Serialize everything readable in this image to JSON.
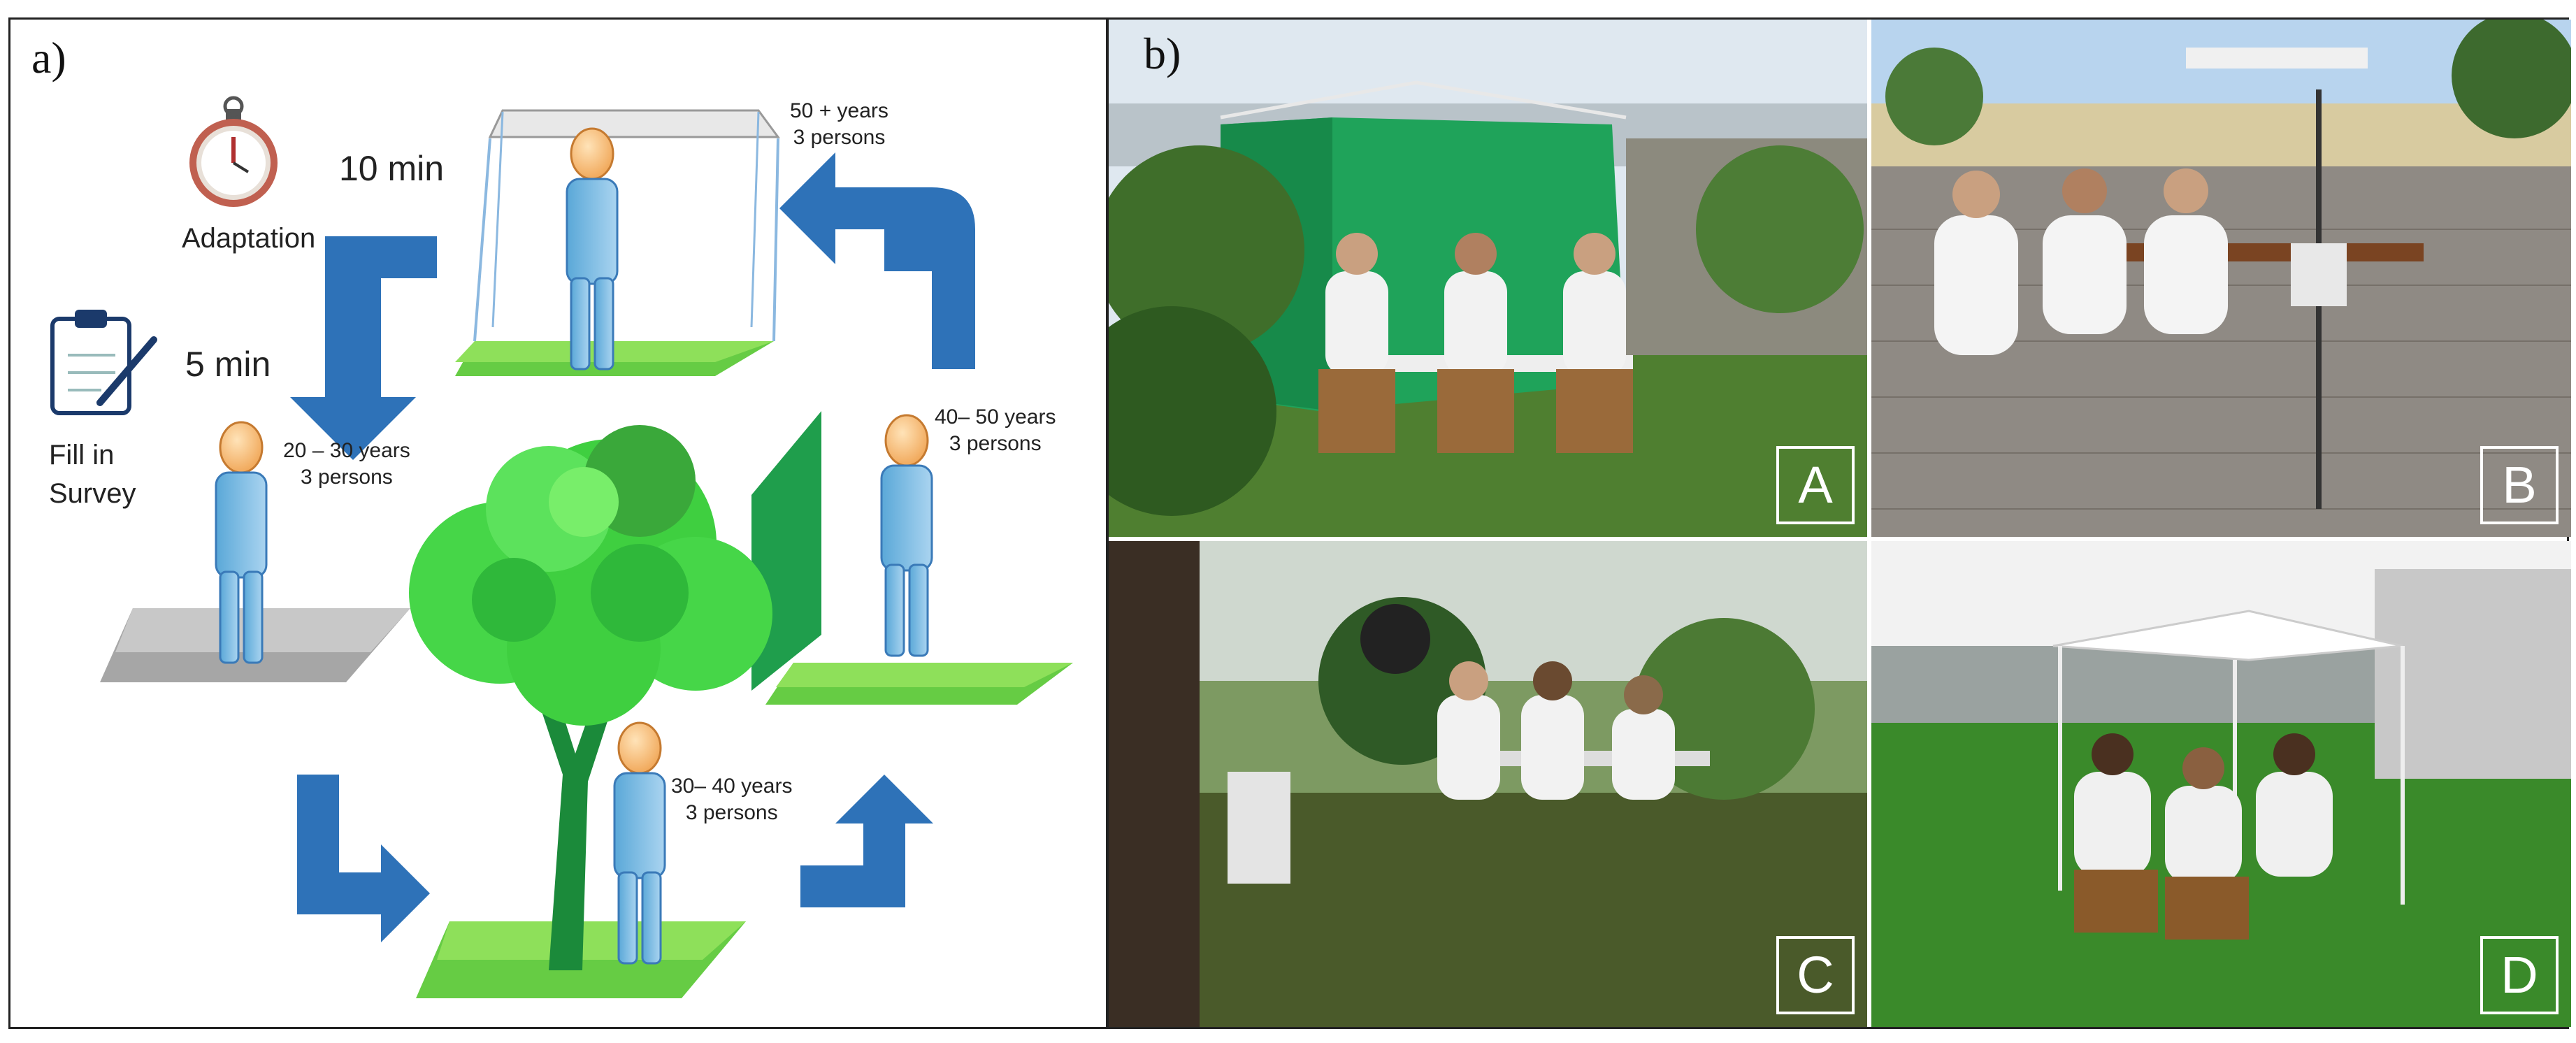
{
  "panel_a": {
    "label": "a)",
    "timer_label": "10 min",
    "timer_caption": "Adaptation",
    "survey_time": "5 min",
    "survey_caption_1": "Fill in",
    "survey_caption_2": "Survey",
    "groups": [
      {
        "age": "50 + years",
        "persons": "3 persons"
      },
      {
        "age": "40– 50 years",
        "persons": "3 persons"
      },
      {
        "age": "30– 40 years",
        "persons": "3 persons"
      },
      {
        "age": "20 – 30 years",
        "persons": "3 persons"
      }
    ]
  },
  "panel_b": {
    "label": "b)",
    "photos": [
      {
        "letter": "A"
      },
      {
        "letter": "B"
      },
      {
        "letter": "C"
      },
      {
        "letter": "D"
      }
    ]
  }
}
